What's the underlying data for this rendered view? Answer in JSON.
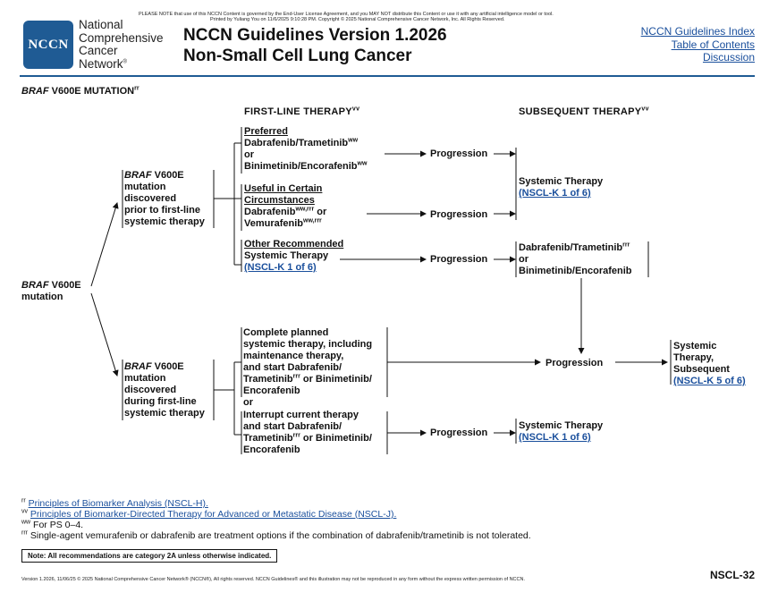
{
  "header": {
    "disclaimer_line1": "PLEASE NOTE that use of this NCCN Content is governed by the End-User License Agreement, and you MAY NOT distribute this Content or use it with any artificial intelligence model or tool.",
    "disclaimer_line2": "Printed by Yuliang You on 11/6/2025 9:10:28 PM. Copyright © 2025 National Comprehensive Cancer Network, Inc. All Rights Reserved.",
    "logo_mark": "NCCN",
    "logo_lines": [
      "National",
      "Comprehensive",
      "Cancer",
      "Network"
    ],
    "logo_reg": "®",
    "title_line1": "NCCN Guidelines Version 1.2026",
    "title_line2": "Non-Small Cell Lung Cancer",
    "nav": [
      "NCCN Guidelines Index",
      "Table of Contents",
      "Discussion"
    ]
  },
  "section": {
    "gene": "BRAF",
    "title": " V600E MUTATION",
    "sup": "rr"
  },
  "columns": {
    "first_line": "FIRST-LINE THERAPY",
    "first_line_sup": "vv",
    "subsequent": "SUBSEQUENT THERAPY",
    "subsequent_sup": "vv"
  },
  "root": {
    "gene": "BRAF",
    "rest": " V600E",
    "line2": "mutation"
  },
  "branch_top": {
    "gene": "BRAF",
    "rest": " V600E",
    "lines": [
      "mutation",
      "discovered",
      "prior to first-line",
      "systemic therapy"
    ]
  },
  "branch_bottom": {
    "gene": "BRAF",
    "rest": " V600E",
    "lines": [
      "mutation",
      "discovered",
      "during first-line",
      "systemic therapy"
    ]
  },
  "preferred": {
    "heading": "Preferred",
    "line1": "Dabrafenib/Trametinib",
    "line1_sup": "ww",
    "or": "or",
    "line3": "Binimetinib/Encorafenib",
    "line3_sup": "ww"
  },
  "useful": {
    "heading1": "Useful in Certain",
    "heading2": "Circumstances",
    "line1": "Dabrafenib",
    "line1_sup": "ww,rrr",
    "line1_tail": " or",
    "line2": "Vemurafenib",
    "line2_sup": "ww,rrr"
  },
  "other": {
    "heading": "Other Recommended",
    "line1": "Systemic Therapy",
    "link": "(NSCL-K 1 of 6)"
  },
  "progression": "Progression",
  "subseq_systemic": {
    "line1": "Systemic Therapy",
    "link": "(NSCL-K 1 of 6)"
  },
  "subseq_combo": {
    "line1": "Dabrafenib/Trametinib",
    "line1_sup": "rrr",
    "or": "or",
    "line3": "Binimetinib/Encorafenib"
  },
  "complete": {
    "lines": [
      "Complete planned",
      "systemic therapy, including",
      "maintenance therapy,",
      "and start Dabrafenib/"
    ],
    "line5": "Trametinib",
    "line5_sup": "rrr",
    "line5_tail": " or Binimetinib/",
    "line6": "Encorafenib",
    "or": "or"
  },
  "interrupt": {
    "lines": [
      "Interrupt current therapy",
      "and start Dabrafenib/"
    ],
    "line3": "Trametinib",
    "line3_sup": "rrr",
    "line3_tail": " or Binimetinib/",
    "line4": "Encorafenib"
  },
  "final_box": {
    "lines": [
      "Systemic",
      "Therapy,",
      "Subsequent"
    ],
    "link": "(NSCL-K 5 of 6)"
  },
  "subseq_bottom": {
    "line1": "Systemic Therapy",
    "link": "(NSCL-K 1 of 6)"
  },
  "footnotes": [
    {
      "mark": "rr",
      "text": "Principles of Biomarker Analysis (NSCL-H).",
      "link": true
    },
    {
      "mark": "vv",
      "text": "Principles of Biomarker-Directed Therapy for Advanced or Metastatic Disease (NSCL-J).",
      "link": true
    },
    {
      "mark": "ww",
      "text": "For PS 0–4.",
      "link": false
    },
    {
      "mark": "rrr",
      "text": "Single-agent vemurafenib or dabrafenib are treatment options if the combination of dabrafenib/trametinib is not tolerated.",
      "link": false
    }
  ],
  "note": "Note: All recommendations are category 2A unless otherwise indicated.",
  "footer": {
    "copyright": "Version 1.2026, 11/06/25 © 2025 National Comprehensive Cancer Network® (NCCN®), All rights reserved. NCCN Guidelines® and this illustration may not be reproduced in any form without the express written permission of NCCN.",
    "page_id": "NSCL-32"
  },
  "colors": {
    "brand_blue": "#1f5b94",
    "link_blue": "#1a4f9c"
  }
}
